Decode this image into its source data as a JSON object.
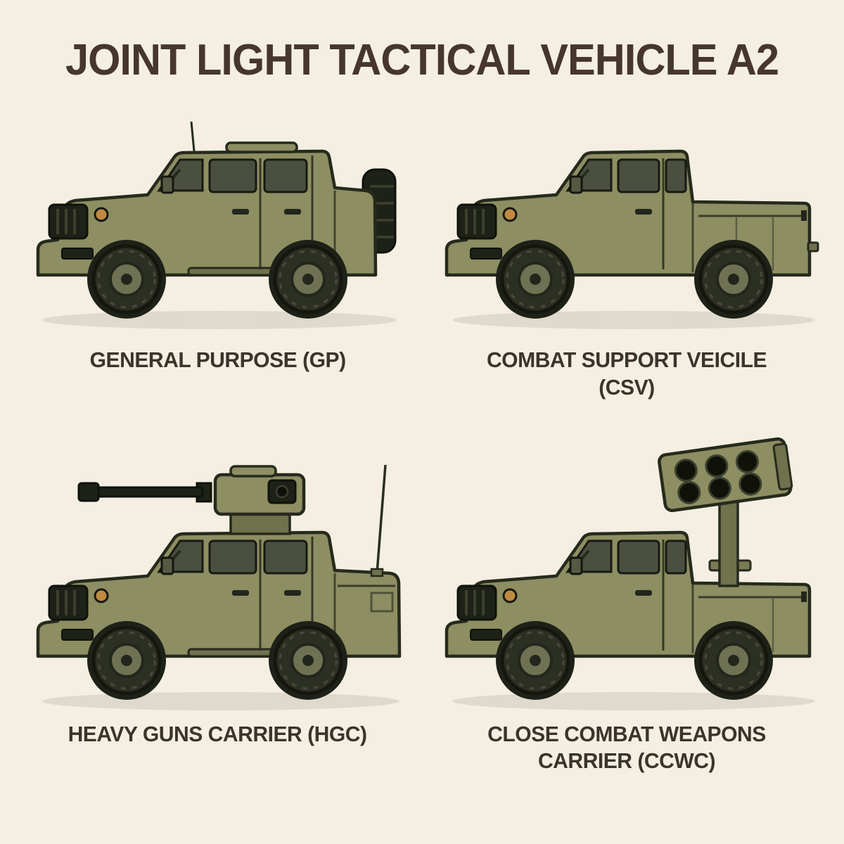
{
  "title": "JOINT LIGHT TACTICAL VEHICLE A2",
  "variants": [
    {
      "id": "gp",
      "caption": "GENERAL PURPOSE (GP)"
    },
    {
      "id": "csv",
      "caption": "COMBAT SUPPORT VEICILE (CSV)"
    },
    {
      "id": "hgc",
      "caption": "HEAVY GUNS CARRIER (HGC)"
    },
    {
      "id": "ccwc",
      "caption": "CLOSE COMBAT WEAPONS CARRIER (CCWC)"
    }
  ],
  "colors": {
    "background": "#f4efe2",
    "title_text": "#46362b",
    "caption_text": "#3a342b",
    "vehicle_body": "#8d8e62",
    "vehicle_outline": "#262a1c",
    "window_glass": "#4a4f40",
    "tire": "#2c2f24",
    "headlight": "#bf8a41"
  }
}
